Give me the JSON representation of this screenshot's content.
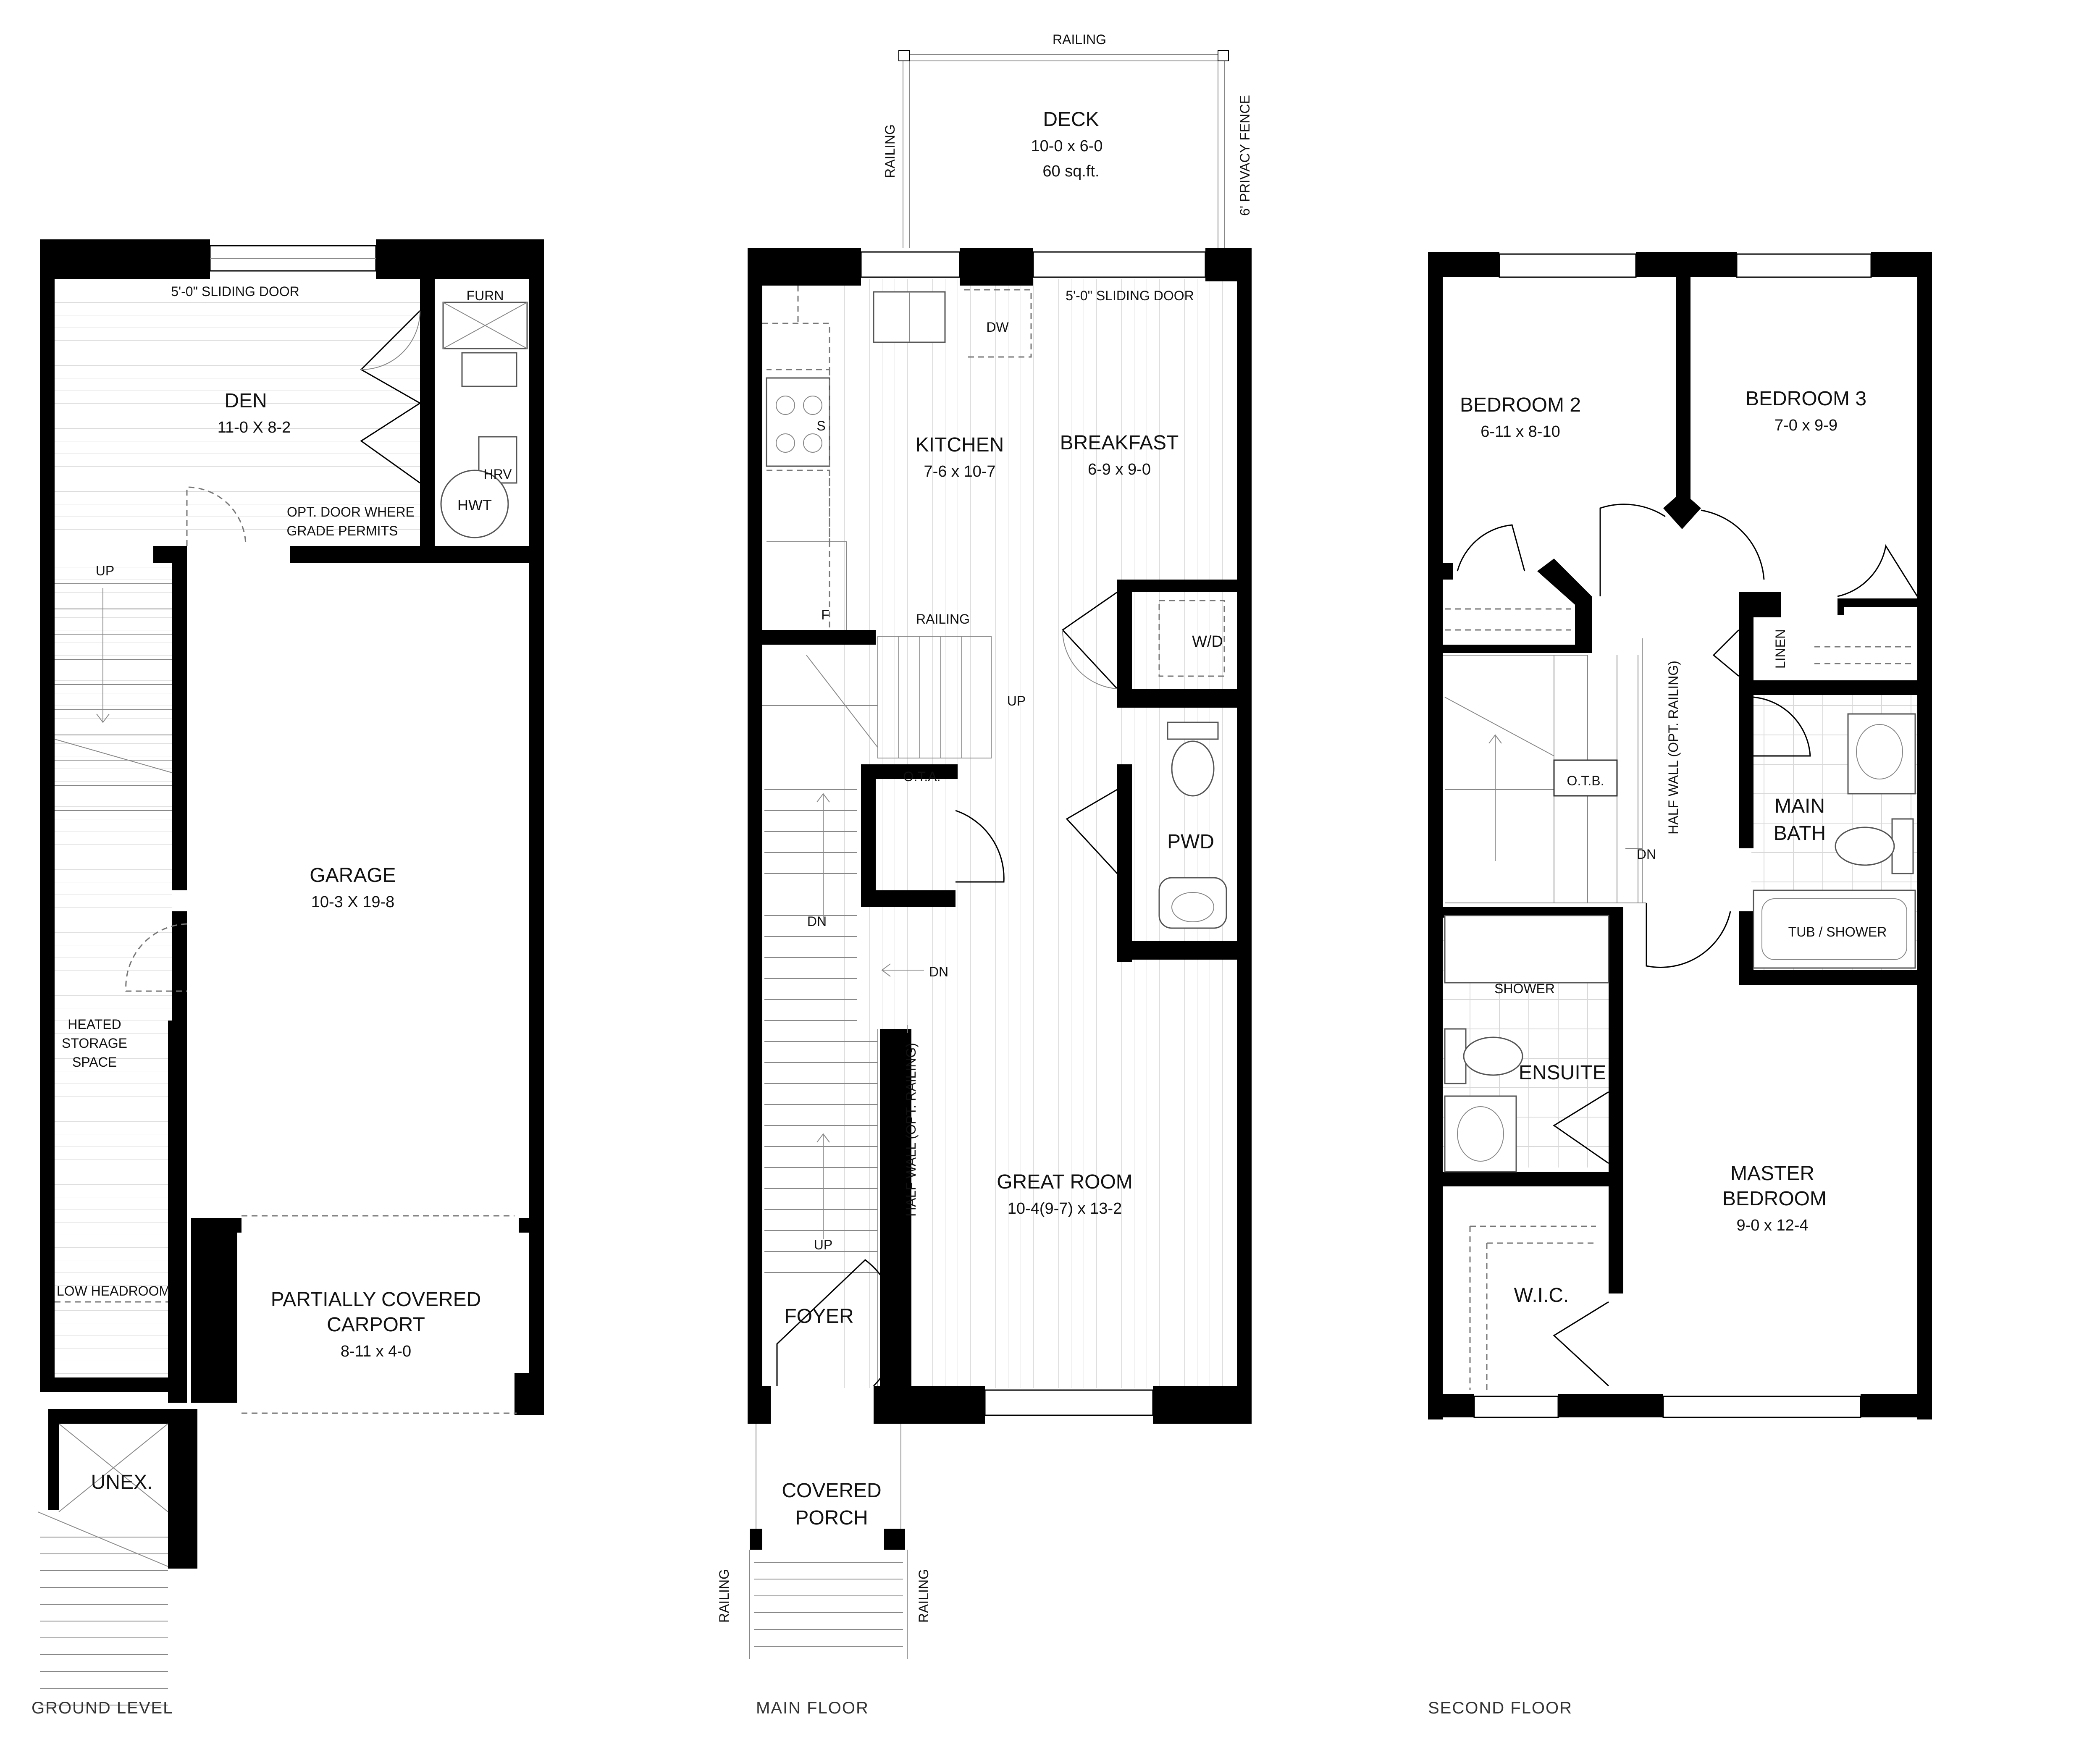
{
  "levels": {
    "ground": {
      "title": "GROUND LEVEL",
      "rooms": {
        "den": {
          "name": "DEN",
          "dim": "11-0 X 8-2"
        },
        "garage": {
          "name": "GARAGE",
          "dim": "10-3 X 19-8"
        },
        "carport": {
          "name1": "PARTIALLY COVERED",
          "name2": "CARPORT",
          "dim": "8-11 x 4-0"
        },
        "unex": {
          "name": "UNEX."
        }
      },
      "labels": {
        "sliding_door": "5'-0\" SLIDING DOOR",
        "furn": "FURN",
        "hrv": "HRV",
        "hwt": "HWT",
        "opt_door_1": "OPT. DOOR WHERE",
        "opt_door_2": "GRADE PERMITS",
        "up": "UP",
        "heated_1": "HEATED",
        "heated_2": "STORAGE",
        "heated_3": "SPACE",
        "low_headroom": "LOW HEADROOM"
      }
    },
    "main": {
      "title": "MAIN FLOOR",
      "rooms": {
        "deck": {
          "name": "DECK",
          "dim": "10-0 x 6-0",
          "area": "60 sq.ft."
        },
        "kitchen": {
          "name": "KITCHEN",
          "dim": "7-6 x 10-7"
        },
        "breakfast": {
          "name": "BREAKFAST",
          "dim": "6-9 x 9-0"
        },
        "pwd": {
          "name": "PWD"
        },
        "great_room": {
          "name": "GREAT ROOM",
          "dim": "10-4(9-7) x 13-2"
        },
        "foyer": {
          "name": "FOYER"
        },
        "porch": {
          "name1": "COVERED",
          "name2": "PORCH"
        }
      },
      "labels": {
        "railing_top": "RAILING",
        "railing_left": "RAILING",
        "privacy_fence": "6' PRIVACY FENCE",
        "sliding_door": "5'-0\" SLIDING DOOR",
        "dw": "DW",
        "s": "S",
        "f": "F",
        "railing_stair": "RAILING",
        "wd": "W/D",
        "up_1": "UP",
        "ota": "O.T.A.",
        "dn_1": "DN",
        "dn_2": "DN",
        "half_wall": "HALF WALL (OPT. RAILING)",
        "up_2": "UP",
        "railing_porch_left": "RAILING",
        "railing_porch_right": "RAILING"
      }
    },
    "second": {
      "title": "SECOND FLOOR",
      "rooms": {
        "bed2": {
          "name": "BEDROOM 2",
          "dim": "6-11 x 8-10"
        },
        "bed3": {
          "name": "BEDROOM 3",
          "dim": "7-0 x 9-9"
        },
        "main_bath": {
          "name1": "MAIN",
          "name2": "BATH"
        },
        "ensuite": {
          "name": "ENSUITE"
        },
        "master": {
          "name1": "MASTER",
          "name2": "BEDROOM",
          "dim": "9-0 x 12-4"
        },
        "wic": {
          "name": "W.I.C."
        }
      },
      "labels": {
        "linen": "LINEN",
        "half_wall": "HALF WALL (OPT. RAILING)",
        "otb": "O.T.B.",
        "dn": "DN",
        "shower": "SHOWER",
        "tub": "TUB / SHOWER"
      }
    }
  }
}
